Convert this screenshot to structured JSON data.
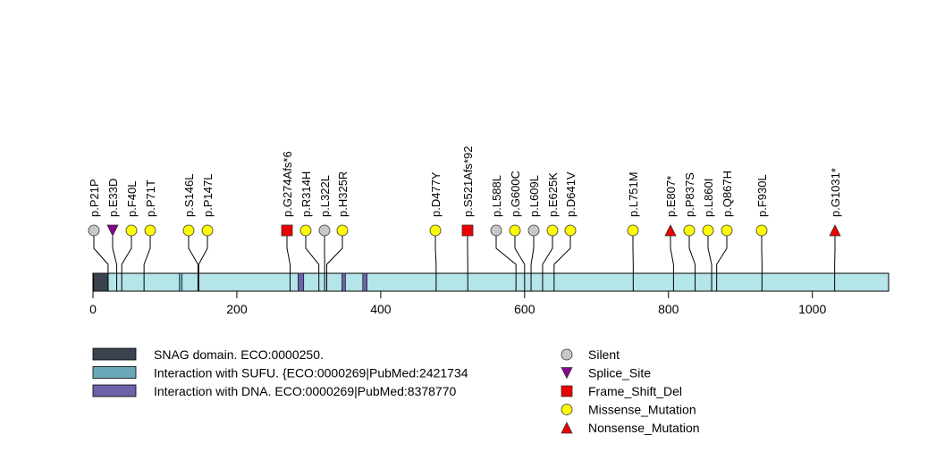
{
  "chart_data": {
    "type": "lollipop",
    "protein_length": 1106,
    "xlim": [
      0,
      1106
    ],
    "x_ticks": [
      0,
      200,
      400,
      600,
      800,
      1000
    ],
    "domains": [
      {
        "name": "SNAG domain. ECO:0000250.",
        "start": 1,
        "end": 21,
        "color": "#3a4450"
      },
      {
        "name": "Interaction with SUFU. {ECO:0000269|PubMed:2421734",
        "start": 120,
        "end": 124,
        "color": "#6aa8b8"
      },
      {
        "name": "Interaction with DNA. ECO:0000269|PubMed:8378770",
        "start": 285,
        "end": 293,
        "color": "#6b62a8"
      },
      {
        "name": "Interaction with DNA. ECO:0000269|PubMed:8378770",
        "start": 346,
        "end": 351,
        "color": "#6b62a8"
      },
      {
        "name": "Interaction with DNA. ECO:0000269|PubMed:8378770",
        "start": 375,
        "end": 381,
        "color": "#6b62a8"
      }
    ],
    "backbone_color": "#b4e5e8",
    "mutations": [
      {
        "label": "p.P21P",
        "pos": 21,
        "type": "Silent"
      },
      {
        "label": "p.E33D",
        "pos": 33,
        "type": "Splice_Site"
      },
      {
        "label": "p.F40L",
        "pos": 40,
        "type": "Missense_Mutation"
      },
      {
        "label": "p.P71T",
        "pos": 71,
        "type": "Missense_Mutation"
      },
      {
        "label": "p.S146L",
        "pos": 146,
        "type": "Missense_Mutation"
      },
      {
        "label": "p.P147L",
        "pos": 147,
        "type": "Missense_Mutation"
      },
      {
        "label": "p.G274Afs*6",
        "pos": 274,
        "type": "Frame_Shift_Del"
      },
      {
        "label": "p.R314H",
        "pos": 314,
        "type": "Missense_Mutation"
      },
      {
        "label": "p.L322L",
        "pos": 322,
        "type": "Silent"
      },
      {
        "label": "p.H325R",
        "pos": 325,
        "type": "Missense_Mutation"
      },
      {
        "label": "p.D477Y",
        "pos": 477,
        "type": "Missense_Mutation"
      },
      {
        "label": "p.S521Afs*92",
        "pos": 521,
        "type": "Frame_Shift_Del"
      },
      {
        "label": "p.L588L",
        "pos": 588,
        "type": "Silent"
      },
      {
        "label": "p.G600C",
        "pos": 600,
        "type": "Missense_Mutation"
      },
      {
        "label": "p.L609L",
        "pos": 609,
        "type": "Silent"
      },
      {
        "label": "p.E625K",
        "pos": 625,
        "type": "Missense_Mutation"
      },
      {
        "label": "p.D641V",
        "pos": 641,
        "type": "Missense_Mutation"
      },
      {
        "label": "p.L751M",
        "pos": 751,
        "type": "Missense_Mutation"
      },
      {
        "label": "p.E807*",
        "pos": 807,
        "type": "Nonsense_Mutation"
      },
      {
        "label": "p.P837S",
        "pos": 837,
        "type": "Missense_Mutation"
      },
      {
        "label": "p.L860I",
        "pos": 860,
        "type": "Missense_Mutation"
      },
      {
        "label": "p.Q867H",
        "pos": 867,
        "type": "Missense_Mutation"
      },
      {
        "label": "p.F930L",
        "pos": 930,
        "type": "Missense_Mutation"
      },
      {
        "label": "p.G1031*",
        "pos": 1031,
        "type": "Nonsense_Mutation"
      }
    ],
    "domain_legend": [
      {
        "label": "SNAG domain. ECO:0000250.",
        "color": "#3a4450"
      },
      {
        "label": "Interaction with SUFU. {ECO:0000269|PubMed:2421734",
        "color": "#6aa8b8"
      },
      {
        "label": "Interaction with DNA. ECO:0000269|PubMed:8378770",
        "color": "#6b62a8"
      }
    ],
    "mutation_legend": [
      {
        "label": "Silent",
        "shape": "circle",
        "color": "#c8c8c8"
      },
      {
        "label": "Splice_Site",
        "shape": "triangle-down",
        "color": "#8b008b"
      },
      {
        "label": "Frame_Shift_Del",
        "shape": "square",
        "color": "#ee0000"
      },
      {
        "label": "Missense_Mutation",
        "shape": "circle",
        "color": "#ffff00"
      },
      {
        "label": "Nonsense_Mutation",
        "shape": "triangle-up",
        "color": "#ee0000"
      }
    ]
  }
}
